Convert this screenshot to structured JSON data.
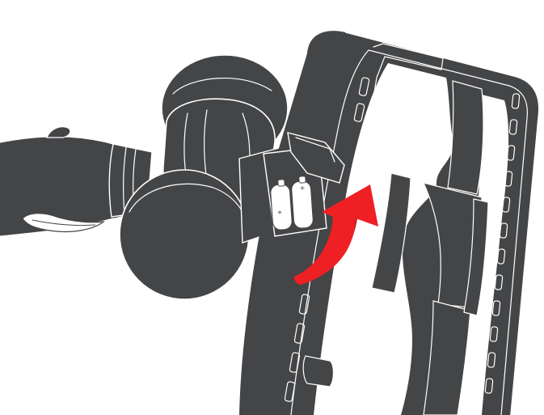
{
  "figure": {
    "subject": "vacuum-floor-head-underside",
    "colors": {
      "background": "#ffffff",
      "body": "#444547",
      "outline": "#ffffff",
      "arrow": "#ee2024",
      "arrow_dark": "#b5121b",
      "battery": "#ffffff"
    },
    "batteries": [
      {
        "polarity": "+"
      },
      {
        "polarity": "+"
      }
    ],
    "arrow": {
      "direction": "up-right",
      "meaning": "insert-batteries"
    }
  }
}
